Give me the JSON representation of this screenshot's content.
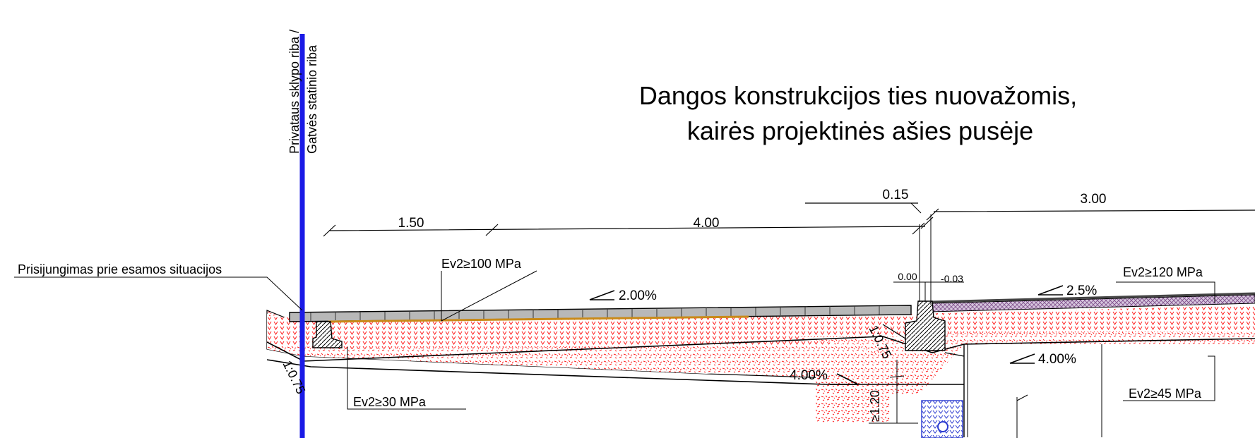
{
  "title": {
    "line1": "Dangos konstrukcijos ties nuovažomis,",
    "line2": "kairės projektinės ašies pusėje"
  },
  "boundary_label": {
    "line1": "Privataus sklypo riba /",
    "line2": "Gatvės statinio riba"
  },
  "dimensions": {
    "d1": "1.50",
    "d2": "4.00",
    "d3": "0.15",
    "d4": "3.00"
  },
  "levels": {
    "l1": "0.00",
    "l2": "-0.03"
  },
  "slopes": {
    "s1": "2.00%",
    "s2": "2.5%",
    "s3": "4.00%",
    "s4": "4.00%",
    "r1": "1:0.75",
    "r2": "1:0.75"
  },
  "moduli": {
    "m1": "Ev2≥100 MPa",
    "m2": "Ev2≥120 MPa",
    "m3": "Ev2≥30 MPa",
    "m4": "Ev2≥45 MPa"
  },
  "depth": "≥1.20",
  "connection_note": "Prisijungimas prie esamos situacijos",
  "colors": {
    "boundary": "#1a1ae6",
    "fill_soil": "#ff2020",
    "paving": "#b8b8b8",
    "asphalt_hatch": "#7d4d8a",
    "drain": "#2b3bd0"
  }
}
